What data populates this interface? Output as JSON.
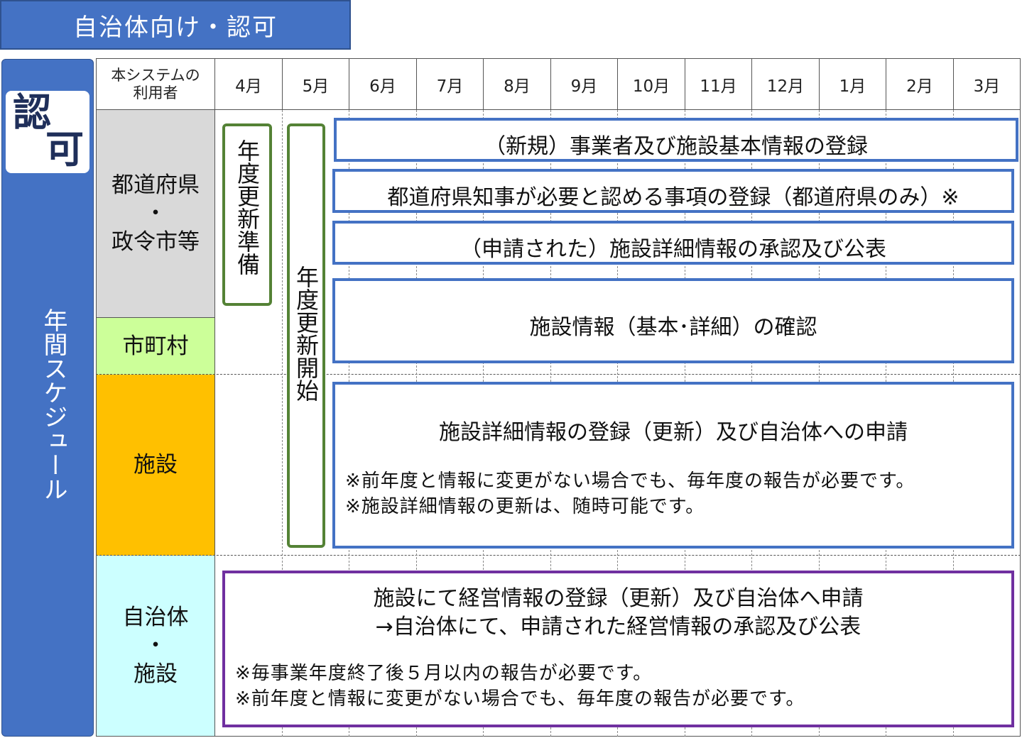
{
  "title": "自治体向け・認可",
  "badge": {
    "char1": "認",
    "char2": "可"
  },
  "side_label": "年間スケジュール",
  "header": {
    "user_col": [
      "本システムの",
      "利用者"
    ],
    "months": [
      "4月",
      "5月",
      "6月",
      "7月",
      "8月",
      "9月",
      "10月",
      "11月",
      "12月",
      "1月",
      "2月",
      "3月"
    ]
  },
  "rows": {
    "prefecture": {
      "line1": "都道府県",
      "dot": "・",
      "line2": "政令市等"
    },
    "municipality": {
      "label": "市町村"
    },
    "facility": {
      "label": "施設"
    },
    "local_facility": {
      "line1": "自治体",
      "dot": "・",
      "line2": "施設"
    }
  },
  "colors": {
    "primary_blue": "#4472C4",
    "gray_row": "#D9D9D9",
    "green_row": "#CCFF99",
    "orange_row": "#FFC000",
    "cyan_row": "#CCFFFF",
    "green_border": "#548235",
    "purple_border": "#7030A0"
  },
  "tasks": {
    "prep": "年度更新準備",
    "start": "年度更新開始",
    "new_registration": "（新規）事業者及び施設基本情報の登録",
    "governor_items": "都道府県知事が必要と認める事項の登録（都道府県のみ）※",
    "approve_detail": "（申請された）施設詳細情報の承認及び公表",
    "confirm_info": "施設情報（基本･詳細）の確認",
    "facility_register": {
      "main": "施設詳細情報の登録（更新）及び自治体への申請",
      "note1": "※前年度と情報に変更がない場合でも、毎年度の報告が必要です。",
      "note2": "※施設詳細情報の更新は、随時可能です。"
    },
    "management": {
      "line1": "施設にて経営情報の登録（更新）及び自治体へ申請",
      "line2": "→自治体にて、申請された経営情報の承認及び公表",
      "note1": "※毎事業年度終了後５月以内の報告が必要です。",
      "note2": "※前年度と情報に変更がない場合でも、毎年度の報告が必要です。"
    }
  }
}
